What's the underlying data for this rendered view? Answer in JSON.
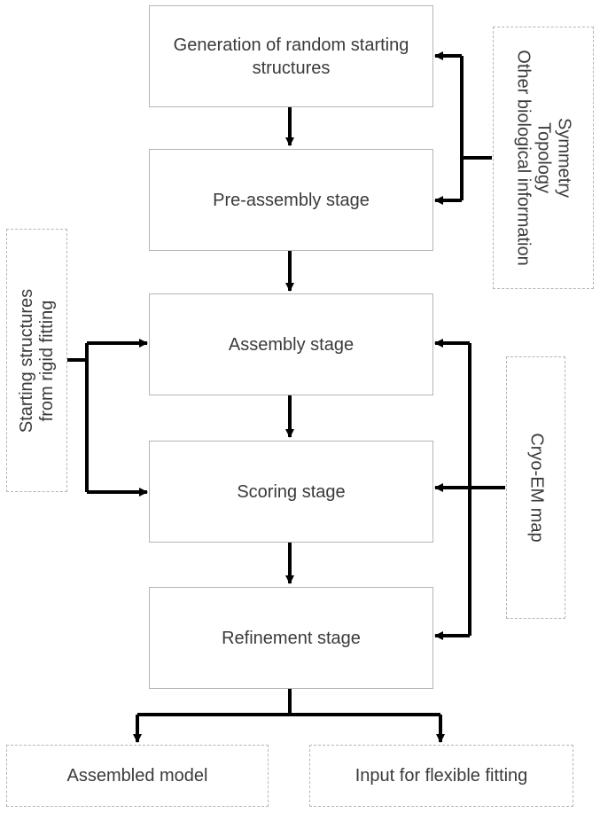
{
  "stages": {
    "generation": {
      "line1": "Generation of random starting",
      "line2": "structures"
    },
    "pre_assembly": "Pre-assembly stage",
    "assembly": "Assembly stage",
    "scoring": "Scoring stage",
    "refinement": "Refinement stage"
  },
  "side_inputs": {
    "biological_info": {
      "lines": [
        "Symmetry",
        "Topology",
        "Other biological information"
      ]
    },
    "rigid_fitting": {
      "lines": [
        "Starting structures",
        "from rigid fitting"
      ]
    },
    "cryo_em": "Cryo-EM map"
  },
  "outputs": {
    "assembled_model": "Assembled model",
    "flexible_fitting": "Input for flexible fitting"
  },
  "colors": {
    "connector": "#000000",
    "box_border": "#b5b5b5",
    "text": "#3a3a3a"
  }
}
